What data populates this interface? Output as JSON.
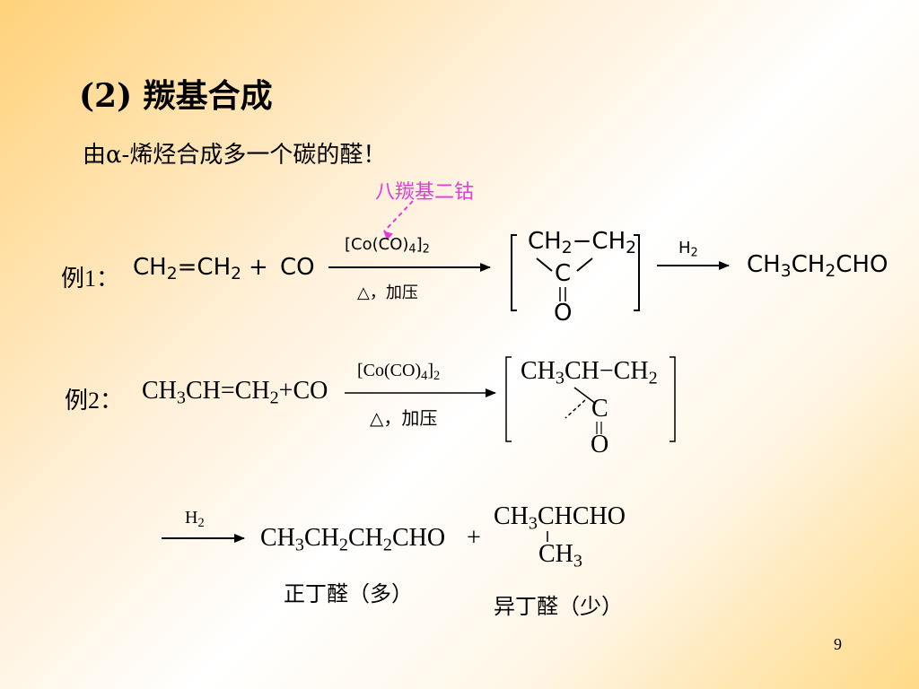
{
  "title": "(2) 羰基合成",
  "intro": "由α-烯烃合成多一个碳的醛！",
  "catalyst_note": "八羰基二钴",
  "example1": {
    "label": "例1：",
    "reactant_a": "CH",
    "reactant_a_sub1": "2",
    "reactant_a_mid": "=CH",
    "reactant_a_sub2": "2",
    "plus": "+",
    "reactant_b": "CO",
    "catalyst_main": "[Co(CO)",
    "catalyst_sub1": "4",
    "catalyst_end": "]",
    "catalyst_sub2": "2",
    "condition": "△，加压",
    "inter_top": "CH",
    "inter_top_sub1": "2",
    "inter_top_mid": "−CH",
    "inter_top_sub2": "2",
    "inter_c": "C",
    "inter_o": "O",
    "reagent": "H",
    "reagent_sub": "2",
    "product": "CH",
    "product_sub1": "3",
    "product_mid": "CH",
    "product_sub2": "2",
    "product_end": "CHO"
  },
  "example2": {
    "label": "例2：",
    "reactant": "CH",
    "reactant_sub1": "3",
    "reactant_mid": "CH=CH",
    "reactant_sub2": "2",
    "reactant_end": "+CO",
    "catalyst_main": "[Co(CO)",
    "catalyst_sub1": "4",
    "catalyst_end": "]",
    "catalyst_sub2": "2",
    "condition": "△，加压",
    "inter_top": "CH",
    "inter_top_sub1": "3",
    "inter_top_mid": "CH−CH",
    "inter_top_sub2": "2",
    "inter_c": "C",
    "inter_o": "O"
  },
  "step3": {
    "reagent": "H",
    "reagent_sub": "2",
    "product1": "CH",
    "product1_sub1": "3",
    "product1_mid1": "CH",
    "product1_sub2": "2",
    "product1_mid2": "CH",
    "product1_sub3": "2",
    "product1_end": "CHO",
    "plus": "+",
    "product2_top": "CH",
    "product2_top_sub": "3",
    "product2_top_end": "CHCHO",
    "product2_branch": "CH",
    "product2_branch_sub": "3",
    "product1_name": "正丁醛（多）",
    "product2_name": "异丁醛（少）"
  },
  "page_number": "9"
}
